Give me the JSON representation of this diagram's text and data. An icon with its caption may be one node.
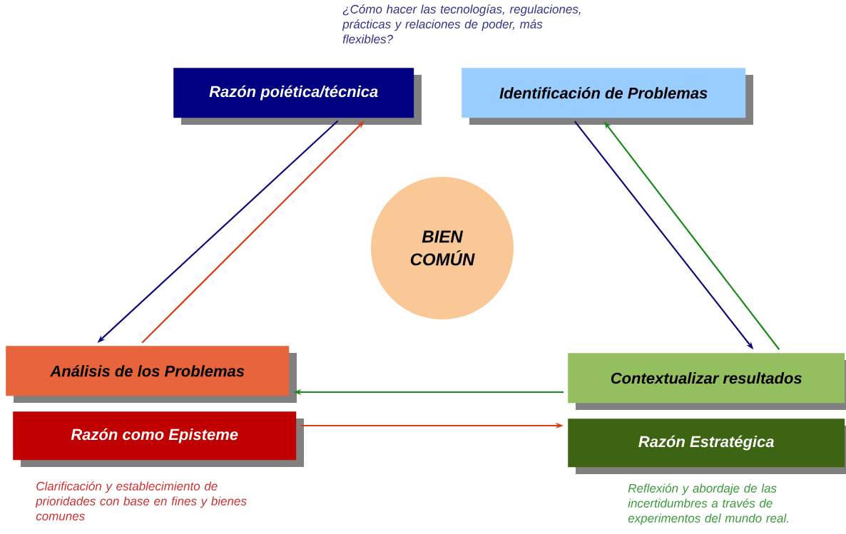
{
  "diagram": {
    "nodes": [
      {
        "text": [
          "Razón poiética/técnica"
        ]
      },
      {
        "text": [
          "Identificación de Problemas"
        ]
      },
      {
        "text": [
          "BIEN COMÚN"
        ]
      },
      {
        "text": [
          "Análisis de los Problemas"
        ]
      },
      {
        "text": [
          "Razón como Episteme"
        ],
        "beside": [
          "Clarificación y establecimiento de prioridades con base en fines y bienes comunes"
        ]
      },
      {
        "text": [
          "Contextualizar resultados"
        ]
      },
      {
        "text": [
          "Razón Estratégica"
        ],
        "beside": [
          "Reflexión y abordaje de las incertidumbres a través de experimentos del mundo real."
        ]
      }
    ],
    "edges": [
      {
        "from": 0,
        "to": 3,
        "arrow": "to",
        "color": "#0a0a78"
      },
      {
        "from": 3,
        "to": 0,
        "arrow": "to",
        "color": "#dc3c14"
      },
      {
        "from": 1,
        "to": 5,
        "arrow": "to",
        "color": "#0a0a78"
      },
      {
        "from": 5,
        "to": 1,
        "arrow": "to",
        "color": "#1a8a1a"
      },
      {
        "from": 5,
        "to": 3,
        "arrow": "to",
        "color": "#1a8a1a"
      },
      {
        "from": 4,
        "to": 6,
        "arrow": "to",
        "color": "#dc3c14"
      }
    ],
    "labels": [
      "¿Cómo hacer las tecnologías, regulaciones, prácticas y relaciones de poder, más flexibles?"
    ]
  }
}
